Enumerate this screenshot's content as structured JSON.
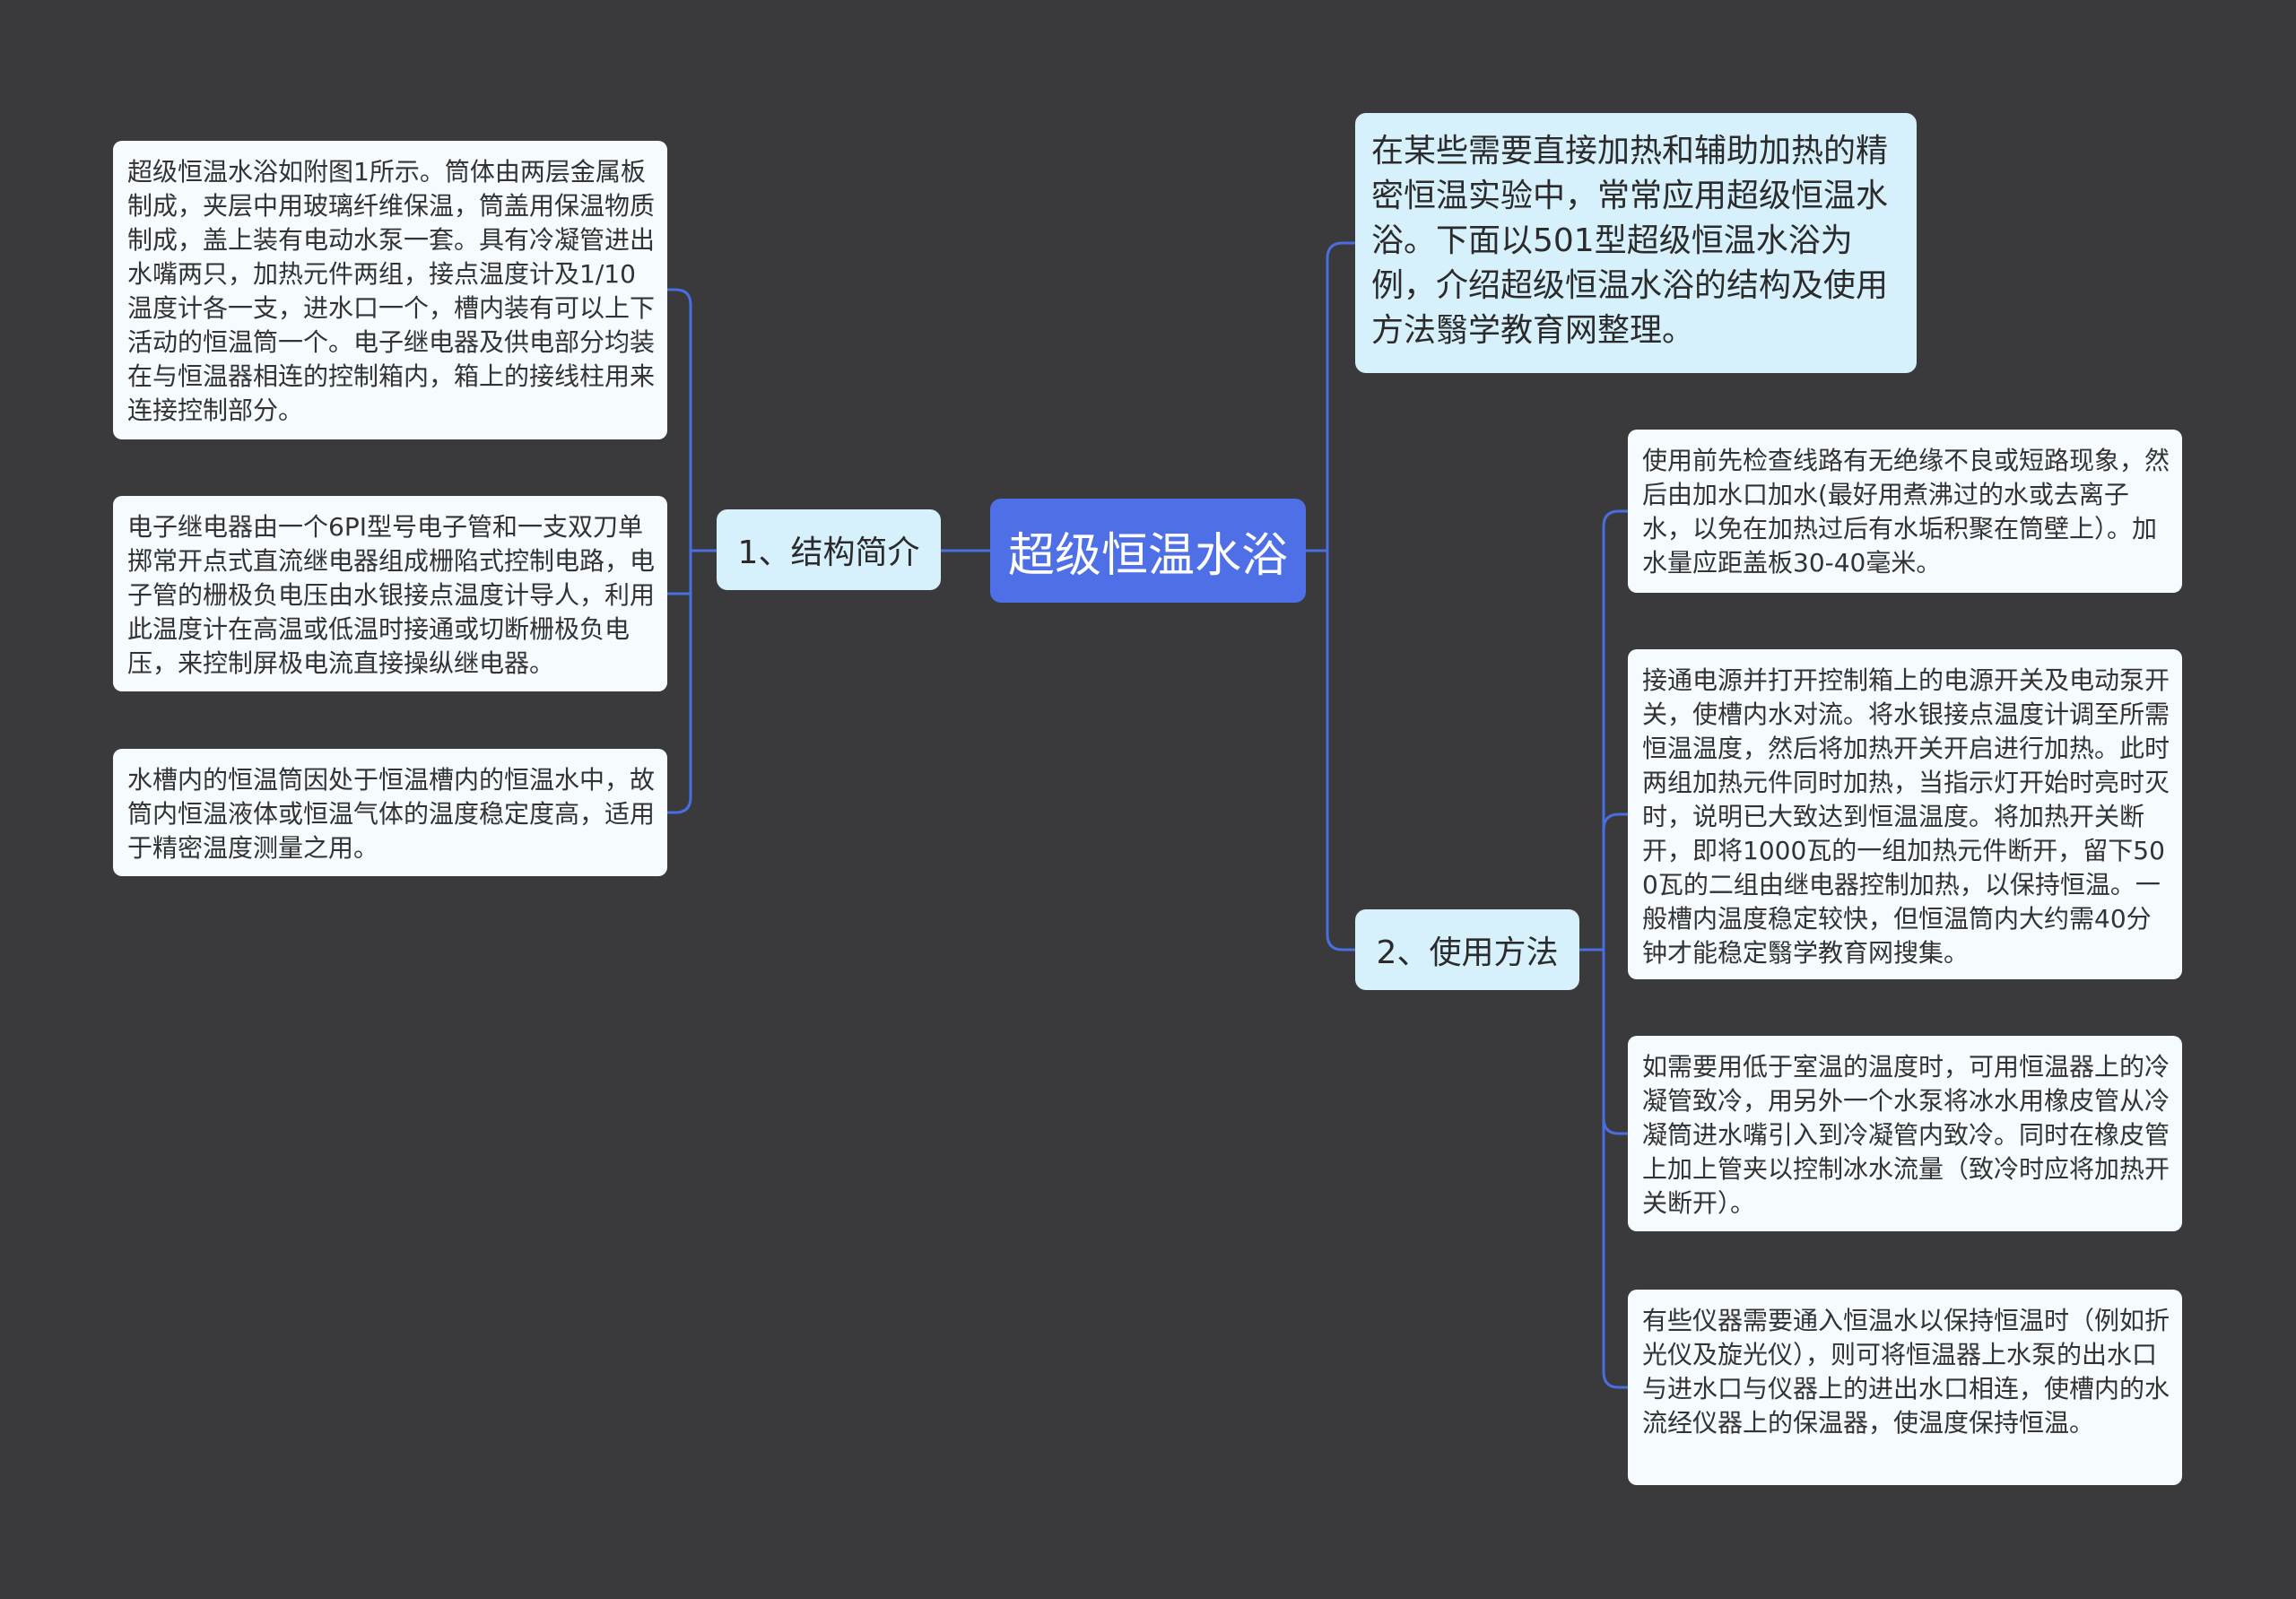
{
  "mindmap": {
    "central": "超级恒温水浴",
    "intro": "在某些需要直接加热和辅助加热的精密恒温实验中，常常应用超级恒温水浴。下面以501型超级恒温水浴为例，介绍超级恒温水浴的结构及使用方法翳学教育网整理。",
    "branch1": {
      "label": "1、结构简介",
      "items": [
        "超级恒温水浴如附图1所示。筒体由两层金属板制成，夹层中用玻璃纤维保温，筒盖用保温物质制成，盖上装有电动水泵一套。具有冷凝管进出水嘴两只，加热元件两组，接点温度计及1/10温度计各一支，进水口一个，槽内装有可以上下活动的恒温筒一个。电子继电器及供电部分均装在与恒温器相连的控制箱内，箱上的接线柱用来连接控制部分。",
        "电子继电器由一个6PI型号电子管和一支双刀单掷常开点式直流继电器组成栅陷式控制电路，电子管的栅极负电压由水银接点温度计导人，利用此温度计在高温或低温时接通或切断栅极负电压，来控制屏极电流直接操纵继电器。",
        "水槽内的恒温筒因处于恒温槽内的恒温水中，故筒内恒温液体或恒温气体的温度稳定度高，适用于精密温度测量之用。"
      ]
    },
    "branch2": {
      "label": "2、使用方法",
      "items": [
        "使用前先检查线路有无绝缘不良或短路现象，然后由加水口加水(最好用煮沸过的水或去离子水，以免在加热过后有水垢积聚在筒壁上）。加水量应距盖板30-40毫米。",
        "接通电源并打开控制箱上的电源开关及电动泵开关，使槽内水对流。将水银接点温度计调至所需恒温温度，然后将加热开关开启进行加热。此时两组加热元件同时加热，当指示灯开始时亮时灭时，说明已大致达到恒温温度。将加热开关断开，即将1000瓦的一组加热元件断开，留下500瓦的二组由继电器控制加热，以保持恒温。一般槽内温度稳定较快，但恒温筒内大约需40分钟才能稳定翳学教育网搜集。",
        "如需要用低于室温的温度时，可用恒温器上的冷凝管致冷，用另外一个水泵将冰水用橡皮管从冷凝筒进水嘴引入到冷凝管内致冷。同时在橡皮管上加上管夹以控制冰水流量（致冷时应将加热开关断开）。",
        "有些仪器需要通入恒温水以保持恒温时（例如折光仪及旋光仪），则可将恒温器上水泵的出水口与进水口与仪器上的进出水口相连，使槽内的水流经仪器上的保温器，使温度保持恒温。"
      ]
    }
  },
  "colors": {
    "background": "#3a393c",
    "central": "#4f6fe6",
    "branch": "#d6f0fc",
    "leaf": "#f5fbff",
    "connector": "#4a6ee0"
  }
}
